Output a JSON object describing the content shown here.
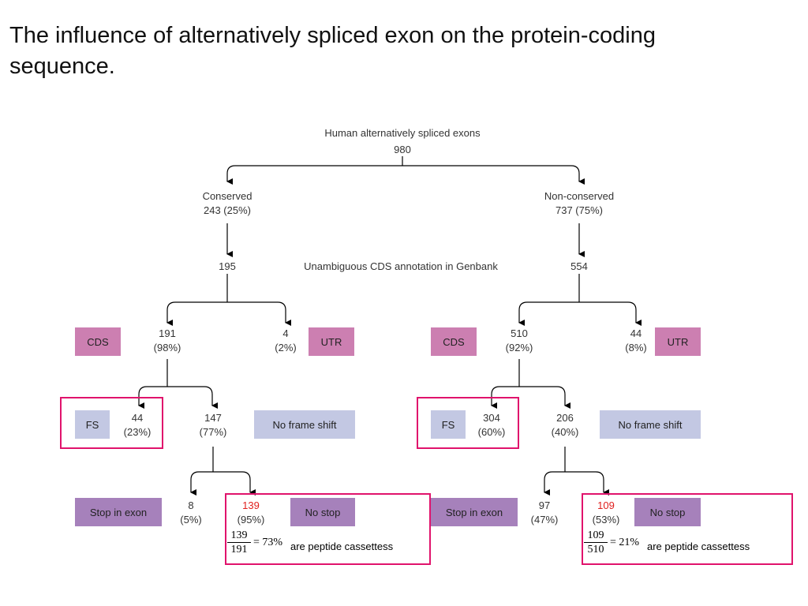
{
  "title": "The influence of alternatively spliced exon on the protein-coding sequence.",
  "root": {
    "label": "Human alternatively spliced exons",
    "count": "980"
  },
  "annotation_label": "Unambiguous CDS annotation in Genbank",
  "left": {
    "category": "Conserved",
    "category_value": "243 (25%)",
    "annotated": "195",
    "cds_label": "CDS",
    "cds_count": "191",
    "cds_pct": "(98%)",
    "utr_label": "UTR",
    "utr_count": "4",
    "utr_pct": "(2%)",
    "fs_label": "FS",
    "fs_count": "44",
    "fs_pct": "(23%)",
    "nofs_label": "No frame shift",
    "nofs_count": "147",
    "nofs_pct": "(77%)",
    "stop_label": "Stop in exon",
    "stop_count": "8",
    "stop_pct": "(5%)",
    "nostop_label": "No stop",
    "nostop_count": "139",
    "nostop_pct": "(95%)",
    "frac_num": "139",
    "frac_den": "191",
    "frac_result": "= 73%",
    "caption": "are peptide cassettess"
  },
  "right": {
    "category": "Non-conserved",
    "category_value": "737 (75%)",
    "annotated": "554",
    "cds_label": "CDS",
    "cds_count": "510",
    "cds_pct": "(92%)",
    "utr_label": "UTR",
    "utr_count": "44",
    "utr_pct": "(8%)",
    "fs_label": "FS",
    "fs_count": "304",
    "fs_pct": "(60%)",
    "nofs_label": "No frame shift",
    "nofs_count": "206",
    "nofs_pct": "(40%)",
    "stop_label": "Stop in exon",
    "stop_count": "97",
    "stop_pct": "(47%)",
    "nostop_label": "No stop",
    "nostop_count": "109",
    "nostop_pct": "(53%)",
    "frac_num": "109",
    "frac_den": "510",
    "frac_result": "= 21%",
    "caption": "are peptide cassettess"
  },
  "colors": {
    "cds": "#cc7fb1",
    "fs": "#c3c8e3",
    "stop": "#a681bb",
    "highlight": "#e0136c",
    "red_text": "#e0201e"
  }
}
